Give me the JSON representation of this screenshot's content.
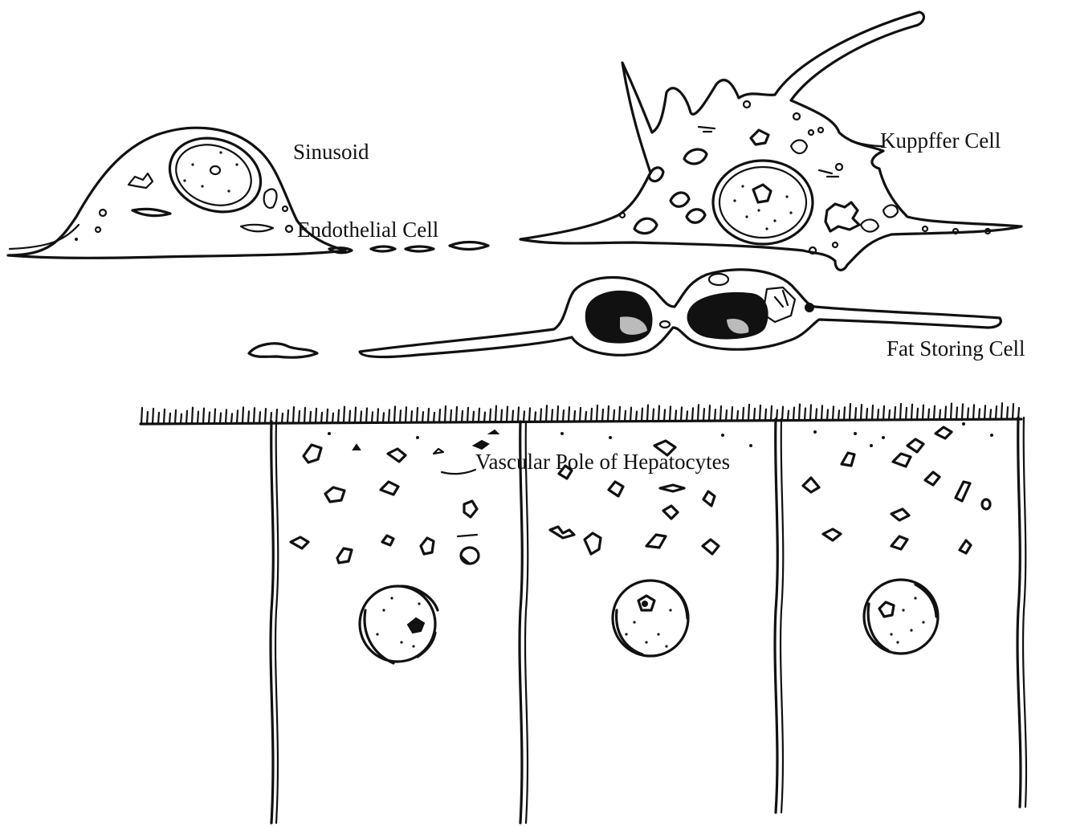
{
  "labels": {
    "sinusoid": "Sinusoid",
    "endothelial_cell": "Endothelial Cell",
    "kupffer_cell": "Kuppffer Cell",
    "fat_storing_cell": "Fat Storing Cell",
    "vascular_pole": "Vascular Pole of Hepatocytes"
  },
  "colors": {
    "ink": "#111111",
    "background": "#ffffff"
  }
}
